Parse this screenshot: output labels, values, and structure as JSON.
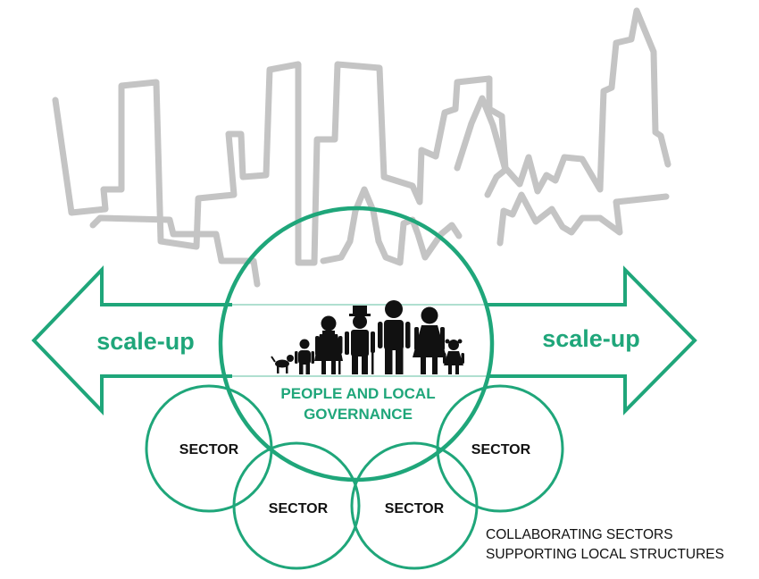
{
  "colors": {
    "accent": "#1fa67a",
    "skyline": "#c4c4c4",
    "people": "#111111",
    "text": "#111111"
  },
  "arrows": {
    "left_label": "scale-up",
    "right_label": "scale-up"
  },
  "center": {
    "title_line1": "PEOPLE AND LOCAL",
    "title_line2": "GOVERNANCE"
  },
  "sectors": [
    "SECTOR",
    "SECTOR",
    "SECTOR",
    "SECTOR"
  ],
  "caption": {
    "line1": "COLLABORATING SECTORS",
    "line2": "SUPPORTING LOCAL STRUCTURES"
  },
  "icons": {
    "skyline": "city-skyline-illustration",
    "people": "family-icon"
  }
}
